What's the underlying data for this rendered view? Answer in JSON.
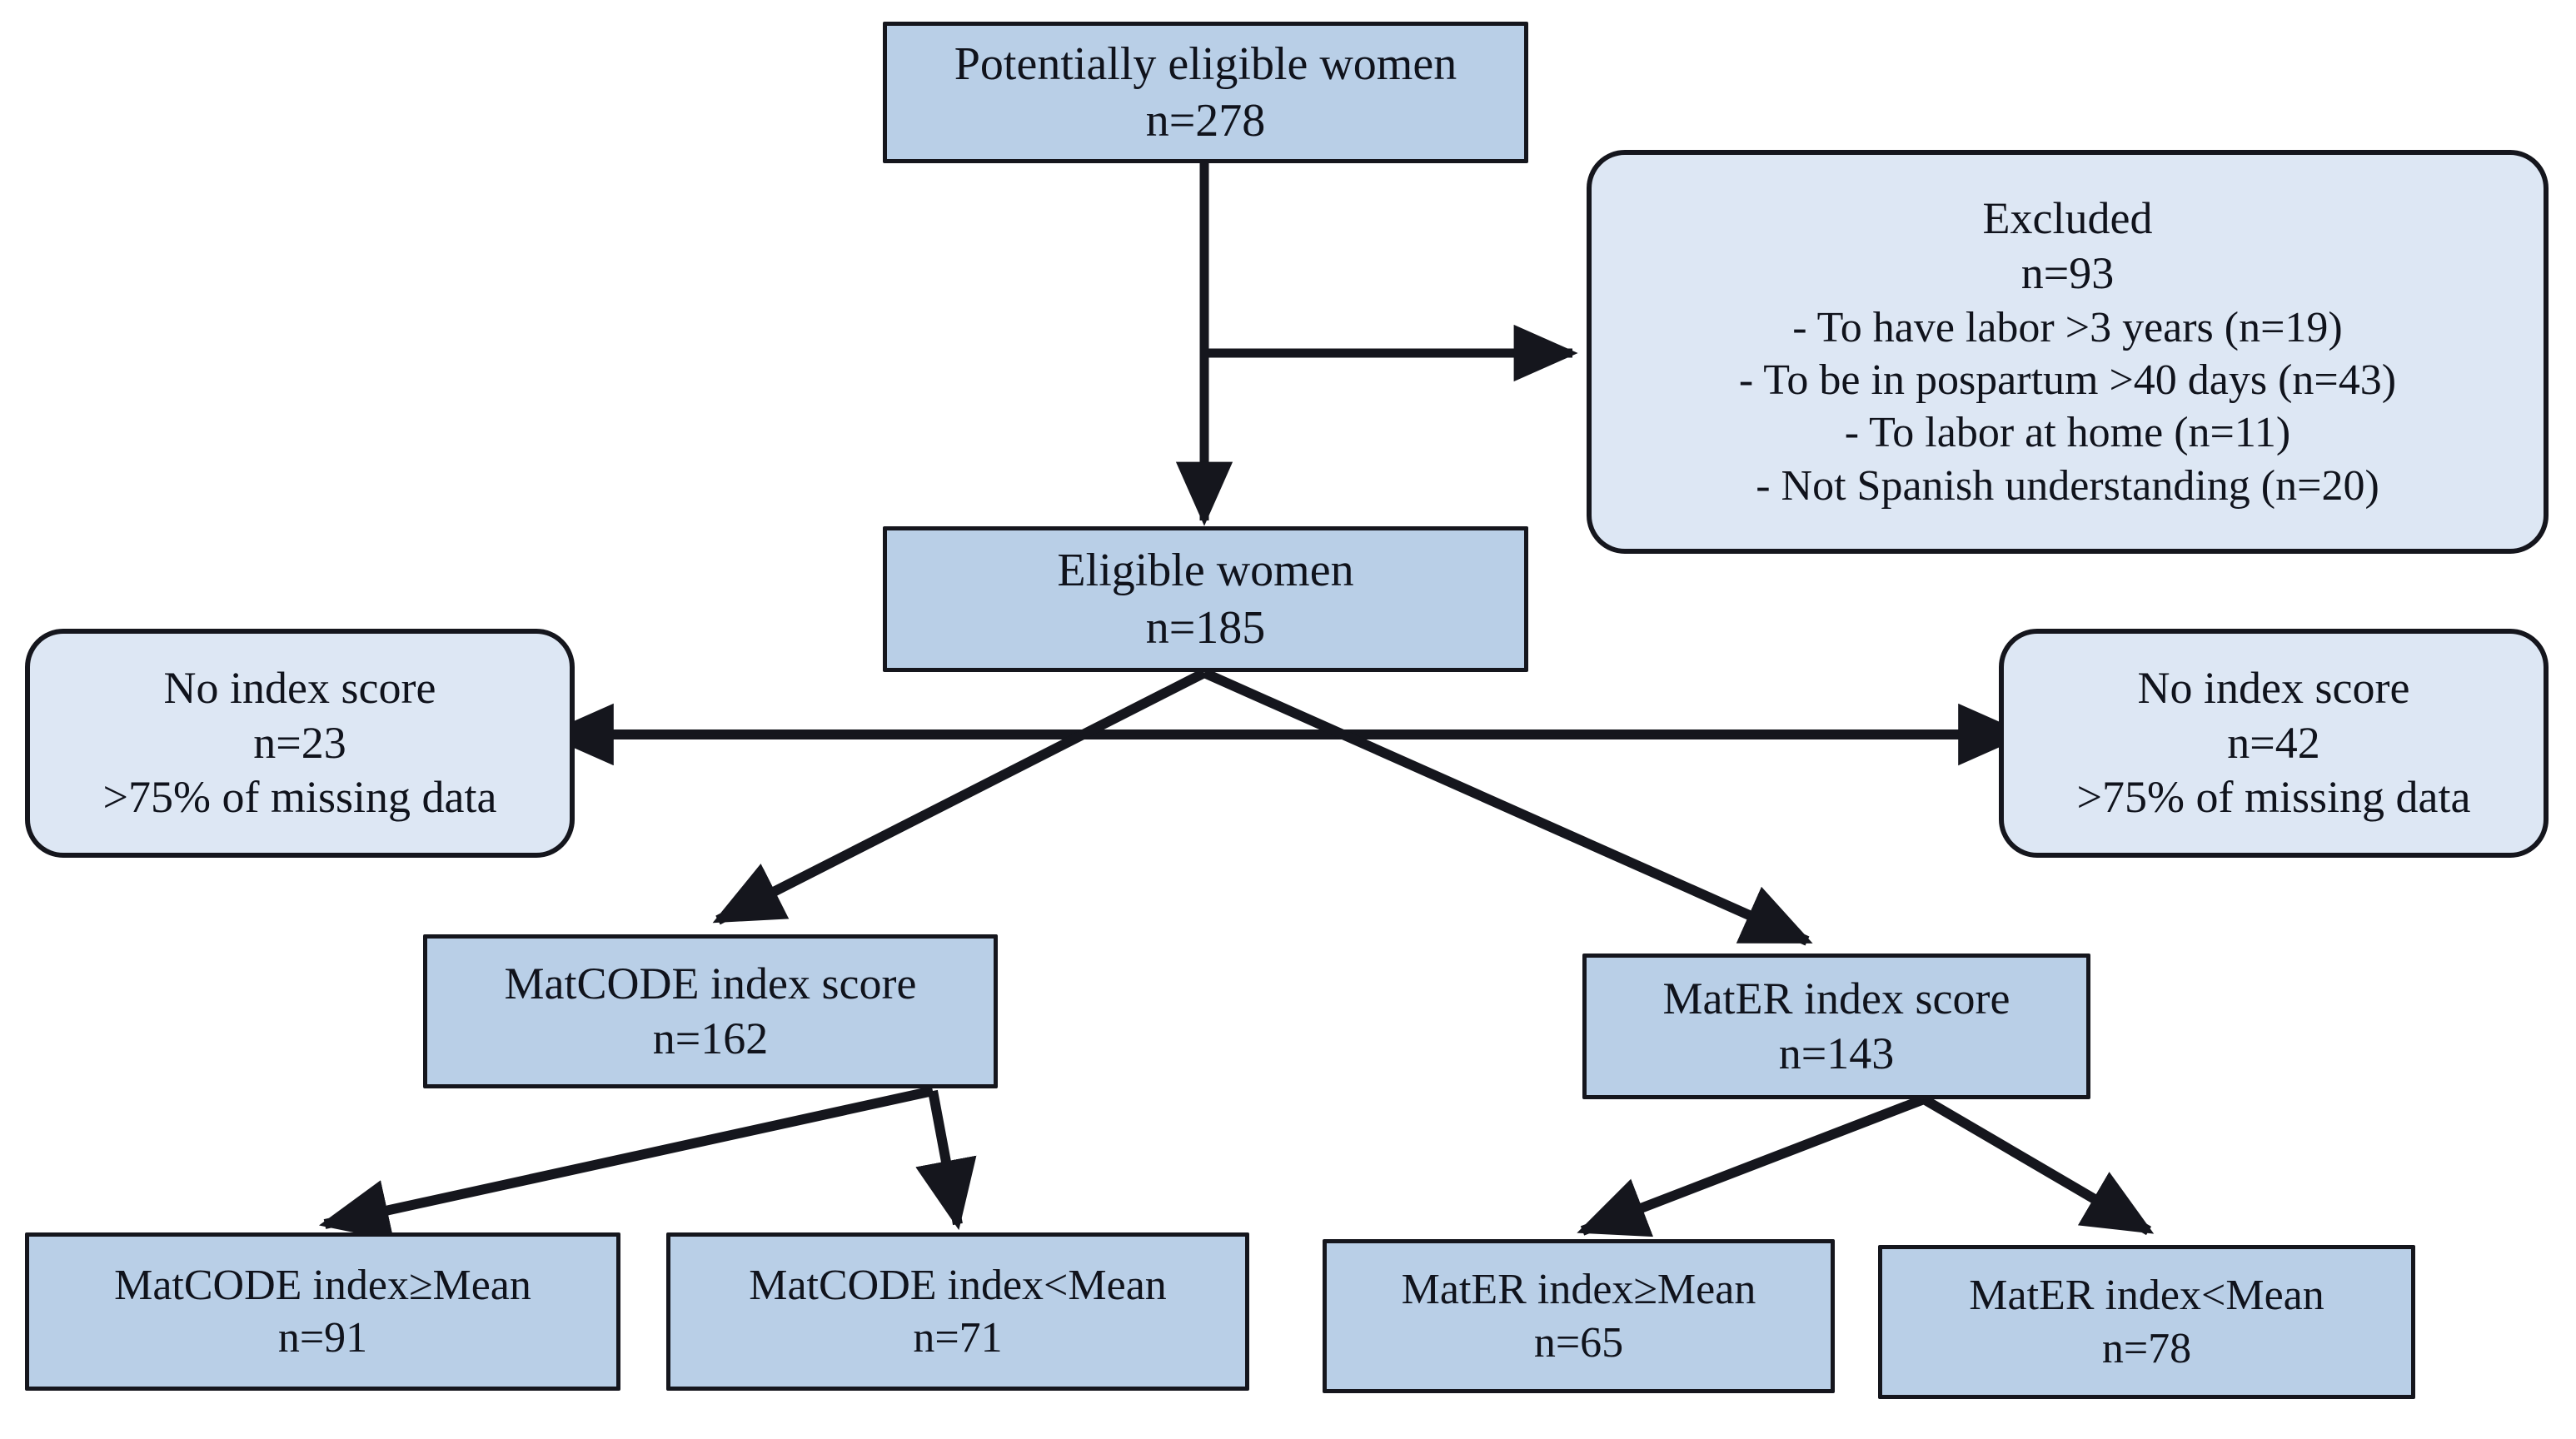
{
  "diagram": {
    "title": "Participant flow diagram",
    "colors": {
      "rect_fill": "#b9cfe7",
      "rounded_fill": "#dde7f4",
      "stroke": "#15161d",
      "text": "#10131c",
      "background": "#ffffff"
    },
    "nodes": {
      "potentially_eligible": {
        "shape": "rect",
        "lines": [
          "Potentially eligible women",
          "n=278"
        ],
        "label": "Potentially eligible women",
        "count": "n=278"
      },
      "excluded": {
        "shape": "rounded",
        "label": "Excluded",
        "count": "n=93",
        "reasons": [
          "- To have labor >3 years (n=19)",
          "- To be in pospartum >40 days (n=43)",
          "- To labor at home (n=11)",
          "- Not Spanish understanding (n=20)"
        ]
      },
      "eligible": {
        "shape": "rect",
        "label": "Eligible women",
        "count": "n=185"
      },
      "no_index_left": {
        "shape": "rounded",
        "label": "No index score",
        "count": "n=23",
        "detail": ">75% of missing data"
      },
      "no_index_right": {
        "shape": "rounded",
        "label": "No index score",
        "count": "n=42",
        "detail": ">75% of missing data"
      },
      "matcode_score": {
        "shape": "rect",
        "label": "MatCODE index score",
        "count": "n=162"
      },
      "mater_score": {
        "shape": "rect",
        "label": "MatER index score",
        "count": "n=143"
      },
      "matcode_ge_mean": {
        "shape": "rect",
        "label": "MatCODE index≥Mean",
        "count": "n=91"
      },
      "matcode_lt_mean": {
        "shape": "rect",
        "label": "MatCODE index<Mean",
        "count": "n=71"
      },
      "mater_ge_mean": {
        "shape": "rect",
        "label": "MatER index≥Mean",
        "count": "n=65"
      },
      "mater_lt_mean": {
        "shape": "rect",
        "label": "MatER index<Mean",
        "count": "n=78"
      }
    },
    "edges": [
      {
        "from": "potentially_eligible",
        "to": "eligible",
        "type": "vertical-arrow"
      },
      {
        "from": "potentially_eligible",
        "to": "excluded",
        "type": "branch-right-arrow"
      },
      {
        "from": "eligible",
        "to": "no_index_left",
        "type": "horizontal-arrow-left"
      },
      {
        "from": "eligible",
        "to": "no_index_right",
        "type": "horizontal-arrow-right"
      },
      {
        "from": "eligible",
        "to": "matcode_score",
        "type": "diagonal-arrow"
      },
      {
        "from": "eligible",
        "to": "mater_score",
        "type": "diagonal-arrow"
      },
      {
        "from": "matcode_score",
        "to": "matcode_ge_mean",
        "type": "diagonal-arrow"
      },
      {
        "from": "matcode_score",
        "to": "matcode_lt_mean",
        "type": "diagonal-arrow"
      },
      {
        "from": "mater_score",
        "to": "mater_ge_mean",
        "type": "diagonal-arrow"
      },
      {
        "from": "mater_score",
        "to": "mater_lt_mean",
        "type": "diagonal-arrow"
      }
    ]
  }
}
